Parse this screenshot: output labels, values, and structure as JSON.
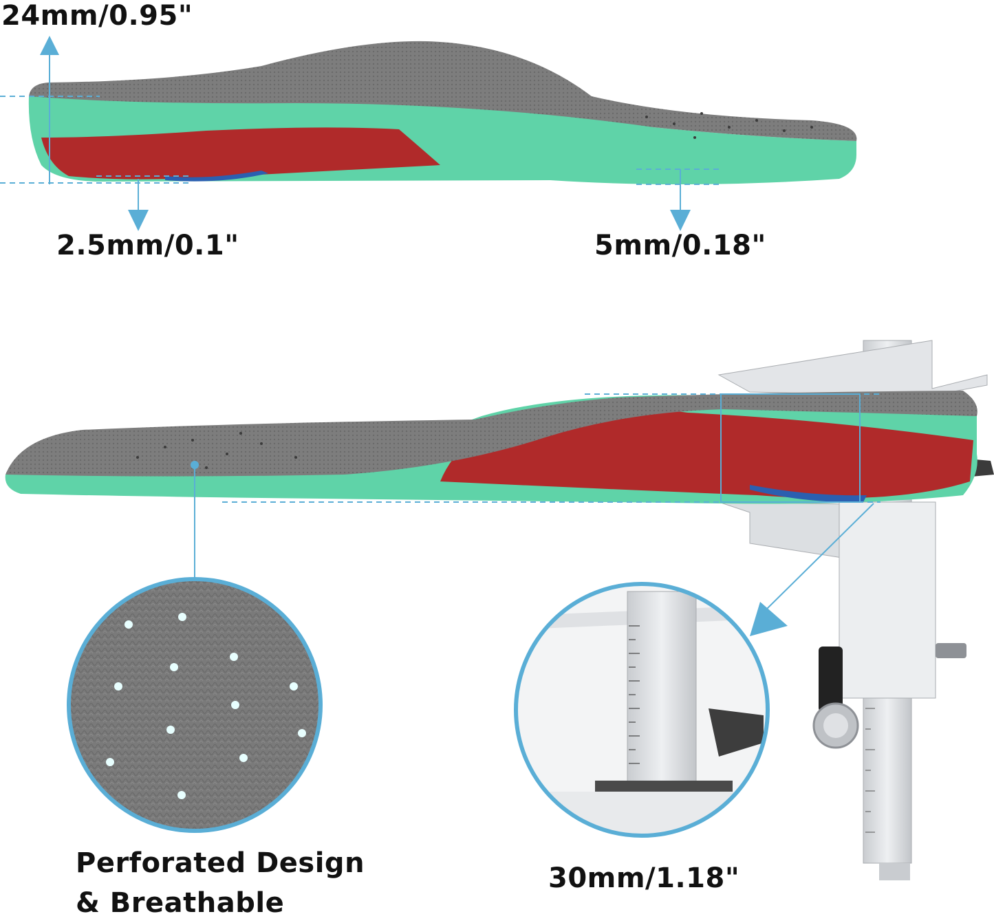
{
  "measurements": {
    "arch_height": "24mm/0.95\"",
    "heel_thickness": "2.5mm/0.1\"",
    "forefoot_thickness": "5mm/0.18\"",
    "total_thickness": "30mm/1.18\""
  },
  "feature": {
    "line1": "Perforated Design",
    "line2": "& Breathable"
  },
  "colors": {
    "fabric_gray": "#7a7a7a",
    "foam_green": "#5fd3a8",
    "support_red": "#b02a2a",
    "accent_blue": "#5aaed6",
    "steel": "#d7d9dc"
  },
  "icons": {
    "arrow": "arrow-icon",
    "dot": "perforation-dot-icon"
  }
}
